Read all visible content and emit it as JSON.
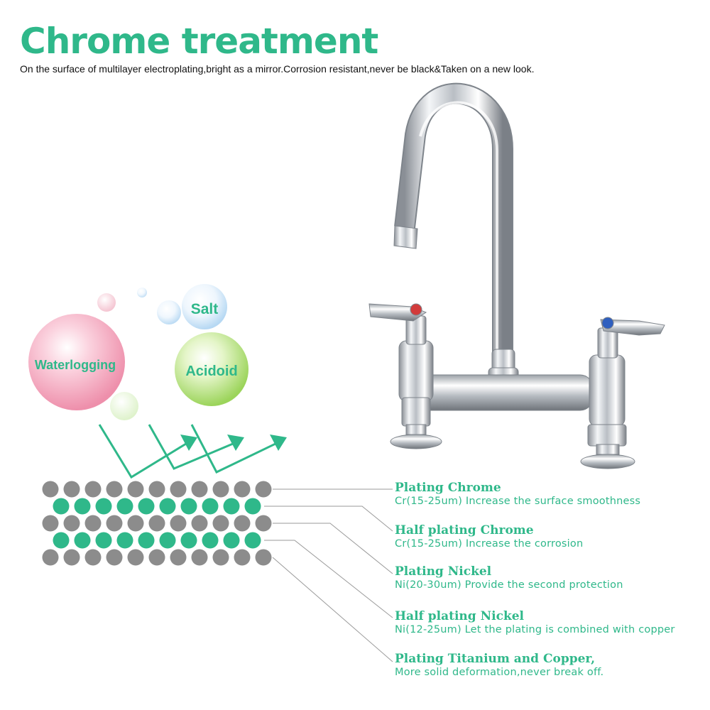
{
  "header": {
    "title": "Chrome treatment",
    "subtitle": "On the surface of multilayer electroplating,bright as a mirror.Corrosion resistant,never be black&Taken on a new look."
  },
  "threats": {
    "salt": "Salt",
    "waterlogging": "Waterlogging",
    "acidoid": "Acidoid"
  },
  "layers": [
    {
      "name": "Plating Chrome",
      "desc": "Cr(15-25um) Increase the surface smoothness"
    },
    {
      "name": "Half plating Chrome",
      "desc": "Cr(15-25um) Increase the corrosion"
    },
    {
      "name": "Plating Nickel",
      "desc": "Ni(20-30um) Provide the second protection"
    },
    {
      "name": "Half plating Nickel",
      "desc": "Ni(12-25um) Let the plating is combined with copper"
    },
    {
      "name": "Plating Titanium and Copper,",
      "desc": "More solid deformation,never break off."
    }
  ],
  "colors": {
    "accent": "#2fb88a",
    "gray_dot": "#8c8c8c",
    "green_dot": "#2fb88a"
  },
  "icons": [
    "faucet-image",
    "salt-bubble",
    "waterlogging-bubble",
    "acidoid-bubble",
    "reflection-arrow"
  ]
}
